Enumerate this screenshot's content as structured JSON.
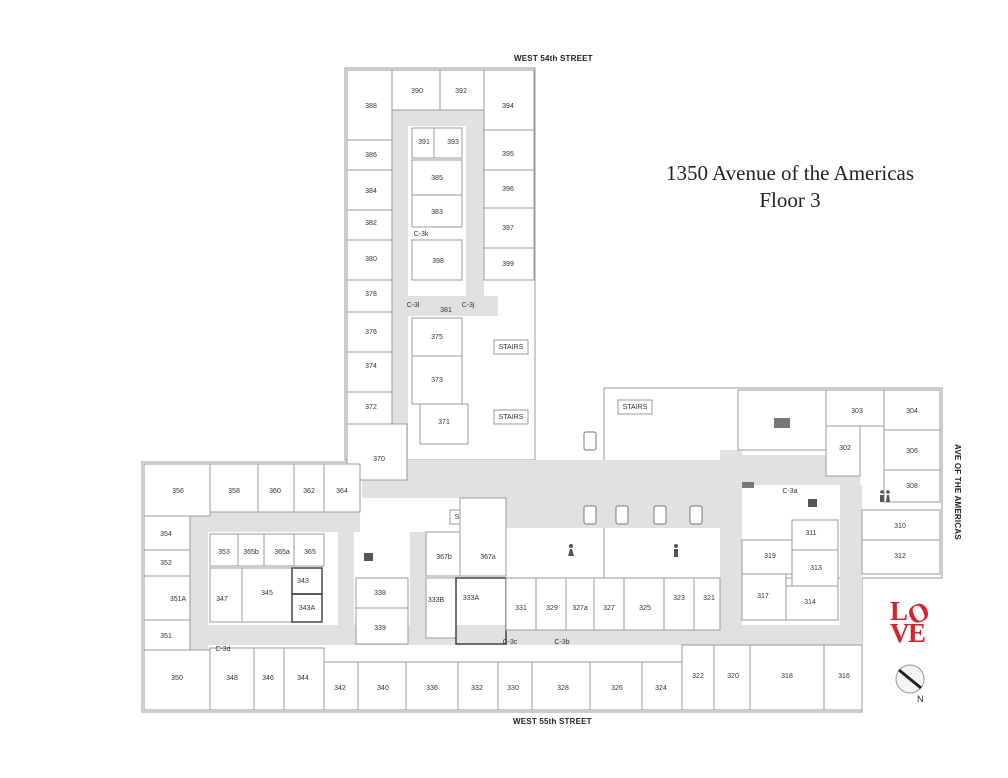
{
  "title": {
    "line1": "1350  Avenue of the Americas",
    "line2": "Floor 3"
  },
  "streets": {
    "north": "WEST 54th STREET",
    "south": "WEST 55th STREET",
    "east": "AVE OF THE AMERICAS"
  },
  "stairs_label": "STAIRS",
  "love": {
    "l": "L",
    "o": "O",
    "v": "V",
    "e": "E"
  },
  "compass_label": "N",
  "rooms": {
    "north_wing": [
      "388",
      "390",
      "392",
      "394",
      "386",
      "391",
      "393",
      "395",
      "385",
      "396",
      "384",
      "383",
      "382",
      "C-3k",
      "397",
      "380",
      "398",
      "399",
      "378",
      "C-3l",
      "381",
      "C-3j",
      "376",
      "375",
      "374",
      "373",
      "372",
      "371",
      "370"
    ],
    "west_wing": [
      "356",
      "358",
      "360",
      "362",
      "364",
      "354",
      "353",
      "365b",
      "365a",
      "365",
      "352",
      "343",
      "351A",
      "347",
      "345",
      "343A",
      "351",
      "C-3d",
      "350",
      "348",
      "346",
      "344"
    ],
    "center": [
      "367b",
      "367a",
      "338",
      "333B",
      "333A",
      "339",
      "331",
      "329",
      "327a",
      "327",
      "325",
      "323",
      "321",
      "C-3c",
      "C-3b",
      "342",
      "340",
      "336",
      "332",
      "330",
      "328",
      "326",
      "324",
      "322",
      "320",
      "318",
      "316"
    ],
    "east": [
      "303",
      "304",
      "302",
      "306",
      "308",
      "C-3a",
      "310",
      "311",
      "312",
      "319",
      "313",
      "317",
      "314"
    ]
  }
}
